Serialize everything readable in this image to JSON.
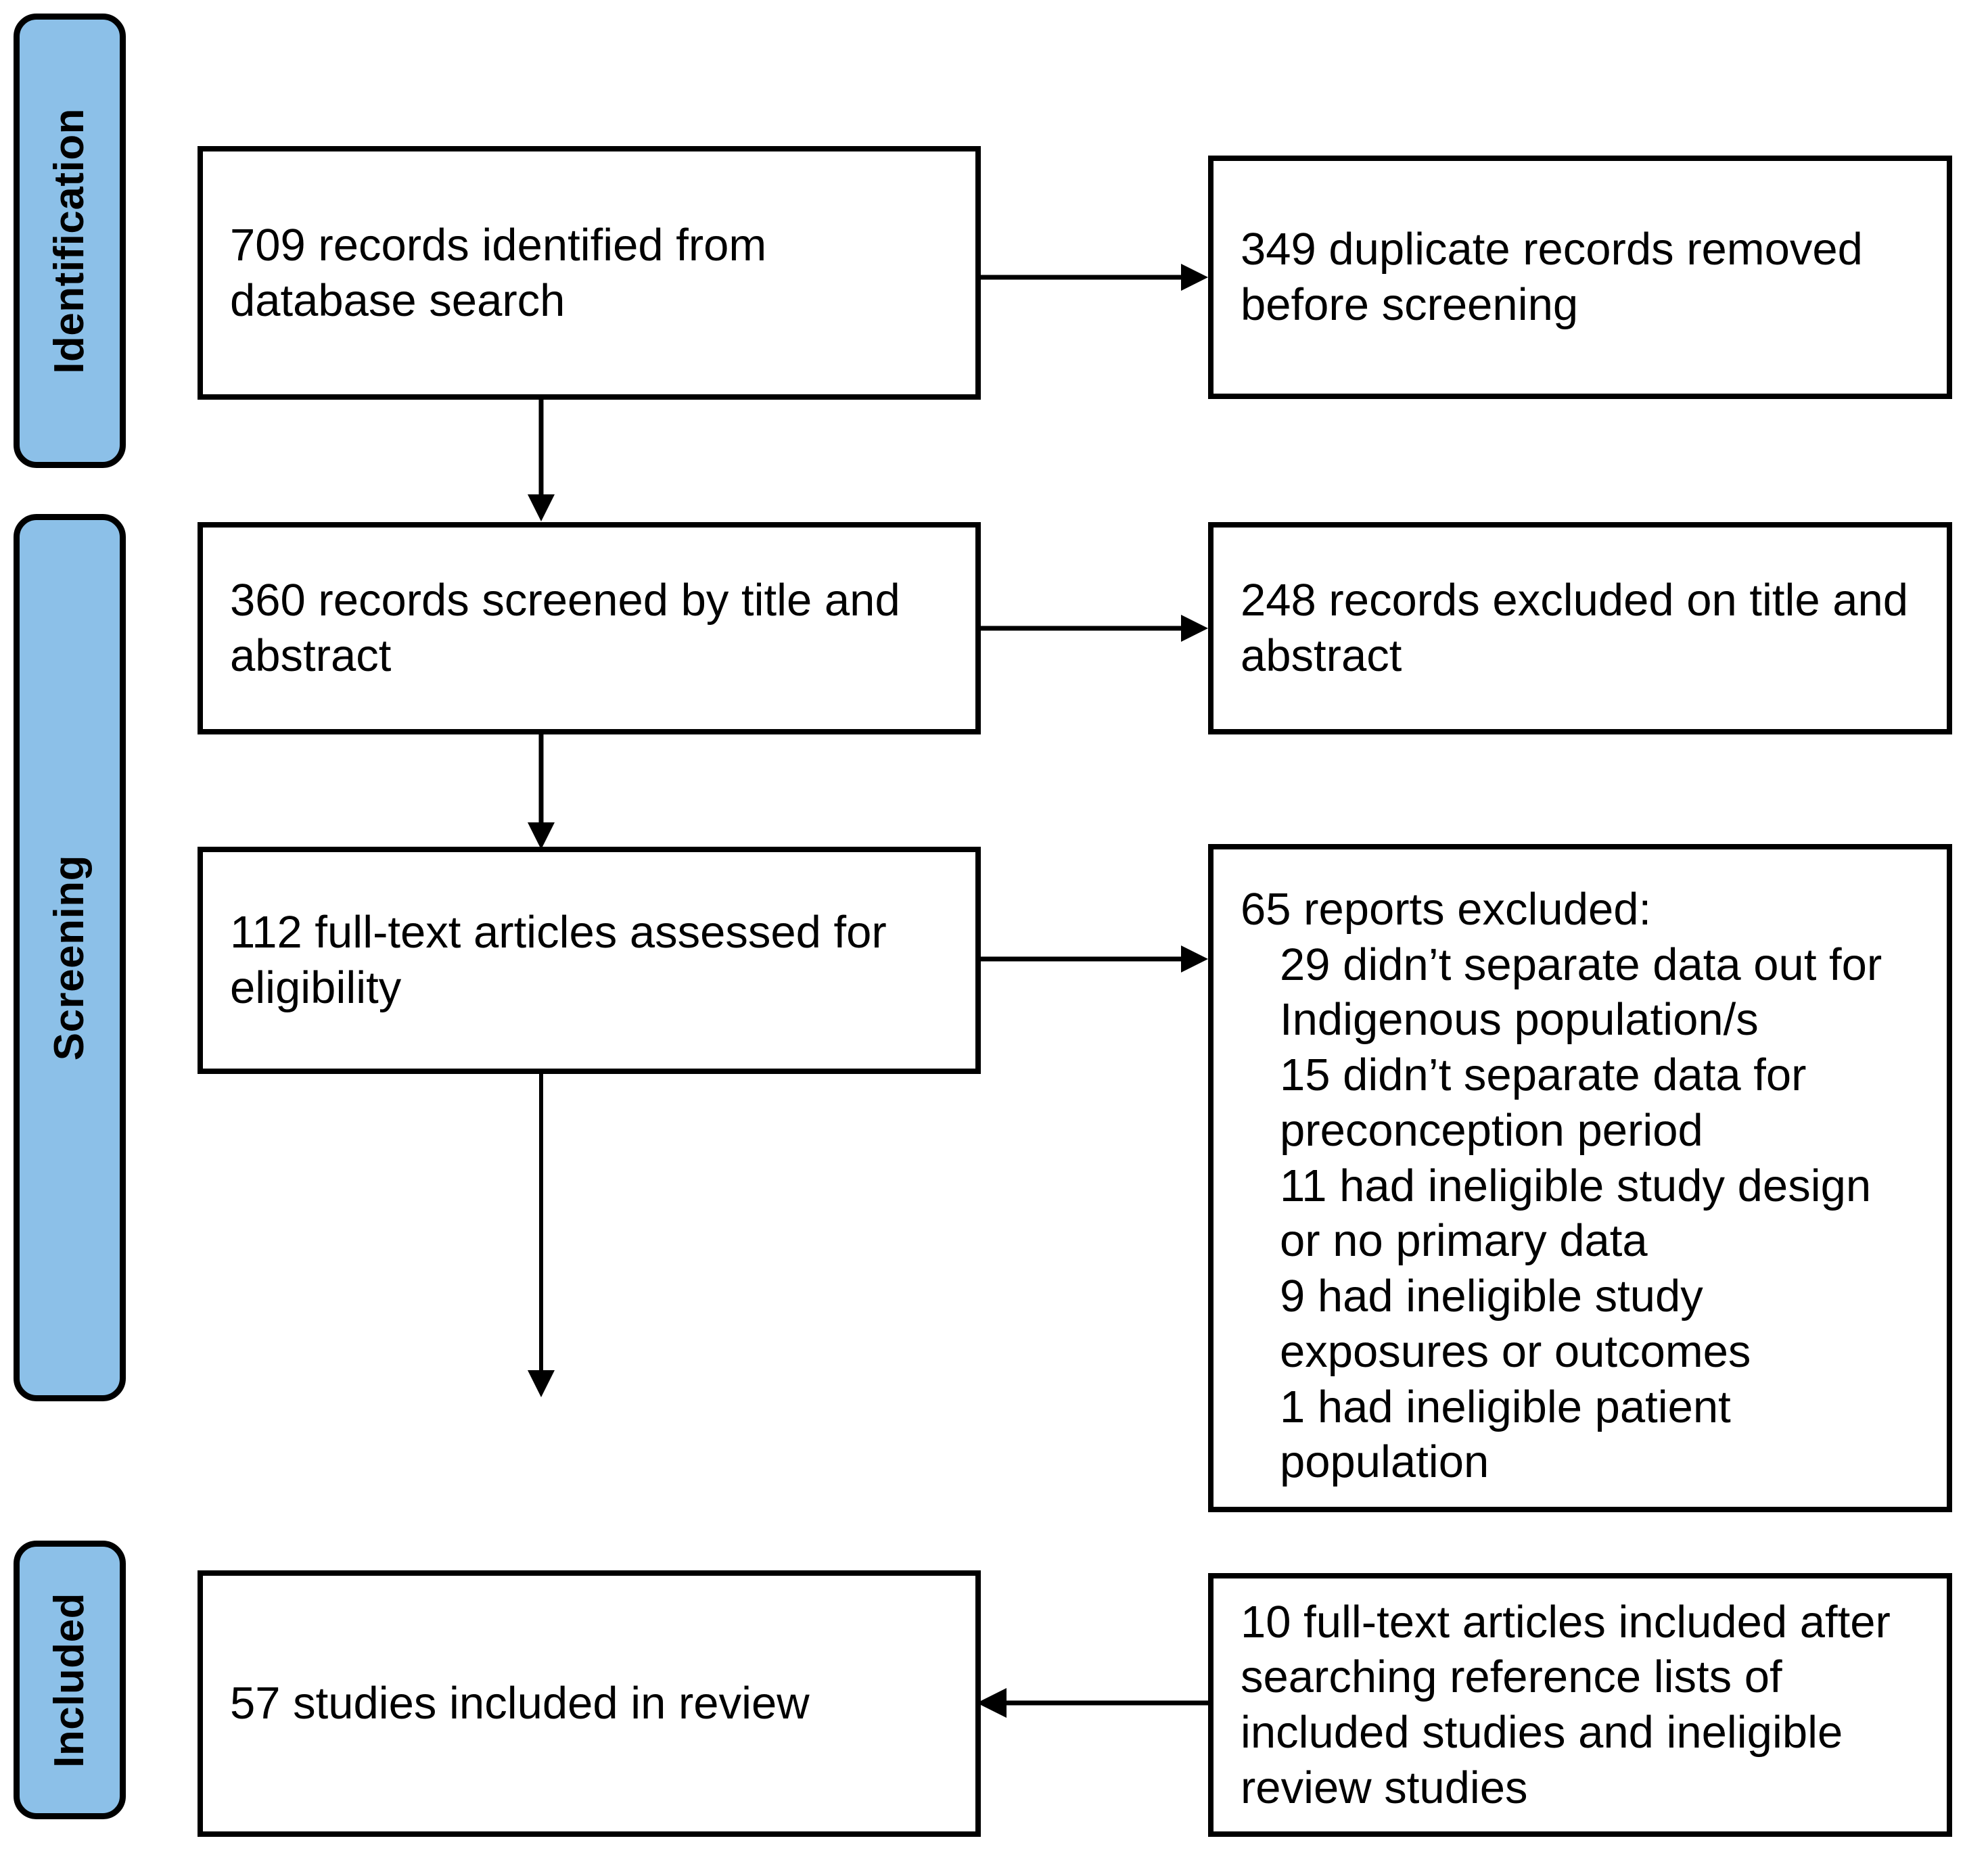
{
  "diagram": {
    "title": "PRISMA study selection flow diagram",
    "accent_color": "#8CC0E8",
    "line_color": "#000000",
    "background_color": "#FFFFFF"
  },
  "stages": [
    {
      "id": "identification",
      "label": "Identification"
    },
    {
      "id": "screening",
      "label": "Screening"
    },
    {
      "id": "included",
      "label": "Included"
    }
  ],
  "boxes": {
    "identified": {
      "id": "records-identified",
      "text": "709 records identified from database search",
      "count": 709
    },
    "duplicates_removed": {
      "id": "duplicate-records-removed",
      "text": "349 duplicate records removed before screening",
      "count": 349
    },
    "screened": {
      "id": "records-screened",
      "text": "360 records screened by title and abstract",
      "count": 360
    },
    "excluded_title_abstract": {
      "id": "records-excluded-title-abstract",
      "text": "248 records excluded on title and abstract",
      "count": 248
    },
    "full_text_assessed": {
      "id": "full-text-assessed",
      "text": "112 full-text articles assessed for eligibility",
      "count": 112
    },
    "reports_excluded": {
      "id": "reports-excluded",
      "heading": "65 reports excluded:",
      "count": 65,
      "reasons": [
        {
          "count": 29,
          "text": "29 didn’t separate data out for Indigenous population/s"
        },
        {
          "count": 15,
          "text": "15 didn’t separate data for preconception period"
        },
        {
          "count": 11,
          "text": "11 had ineligible study design or no primary data"
        },
        {
          "count": 9,
          "text": "9 had ineligible study exposures or outcomes"
        },
        {
          "count": 1,
          "text": "1 had ineligible patient population"
        }
      ],
      "reasons_text": "29 didn’t separate data out for Indigenous population/s\n15 didn’t separate data for preconception period\n11 had ineligible study design or no primary data\n9 had ineligible study exposures or outcomes\n1 had ineligible patient population"
    },
    "studies_included": {
      "id": "studies-included-in-review",
      "text": "57 studies included in review",
      "count": 57
    },
    "reference_list_additions": {
      "id": "reference-list-additions",
      "text": "10 full-text articles included after searching reference lists of included studies and ineligible review studies",
      "count": 10
    }
  },
  "connectors": [
    {
      "id": "identified-to-duplicates",
      "direction": "right"
    },
    {
      "id": "identified-to-screened",
      "direction": "down"
    },
    {
      "id": "screened-to-excluded",
      "direction": "right"
    },
    {
      "id": "screened-to-fulltext",
      "direction": "down"
    },
    {
      "id": "fulltext-to-reports-excluded",
      "direction": "right"
    },
    {
      "id": "fulltext-to-included",
      "direction": "down"
    },
    {
      "id": "references-to-included",
      "direction": "left"
    }
  ]
}
